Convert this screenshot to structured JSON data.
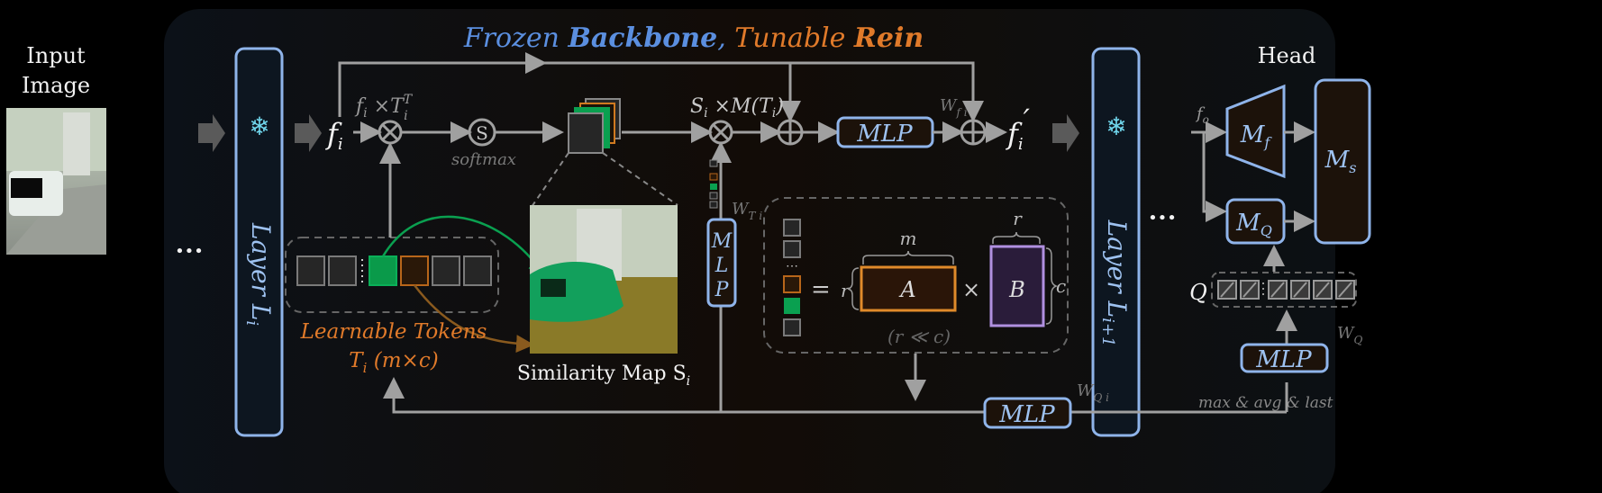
{
  "title": {
    "frozen": "Frozen ",
    "backbone": "Backbone",
    "comma": ", ",
    "tunable": "Tunable ",
    "rein": "Rein"
  },
  "input": {
    "line1": "Input",
    "line2": "Image"
  },
  "layer_i": {
    "label": "Layer L",
    "sub": "i"
  },
  "layer_i1": {
    "label": "Layer L",
    "sub": "i+1"
  },
  "ellipsis": "•••",
  "f_i": {
    "base": "f",
    "sub": "i"
  },
  "f_i_prime": {
    "base": "f",
    "sub": "i",
    "prime": "′"
  },
  "product1": {
    "text": "f",
    "sub": "i",
    "mid": " ×T",
    "sup": "T",
    "sub2": "i"
  },
  "softmax": {
    "symbol": "S",
    "label": "softmax"
  },
  "product2": {
    "text": "S",
    "sub": "i",
    "mid": " ×M(T",
    "sub2": "i",
    "end": ")"
  },
  "mlp_label": "MLP",
  "w_fi": {
    "base": "W",
    "sub": "f i"
  },
  "w_ti": {
    "base": "W",
    "sub": "T i"
  },
  "w_qi": {
    "base": "W",
    "sub": "Q i"
  },
  "w_q": {
    "base": "W",
    "sub": "Q"
  },
  "mlp_vertical": [
    "M",
    "L",
    "P"
  ],
  "tokens": {
    "title": "Learnable Tokens",
    "formula": "T",
    "sub": "i",
    "dims": " (m×c)"
  },
  "similarity": {
    "label": "Similarity Map S",
    "sub": "i"
  },
  "lowrank": {
    "eq": "=",
    "r_left": "r",
    "m": "m",
    "A": "A",
    "times": "×",
    "B": "B",
    "r_top": "r",
    "c": "c",
    "note": "(r ≪ c)",
    "dots": "⋯"
  },
  "head": {
    "title": "Head",
    "f_o": "f",
    "f_o_sub": "o",
    "M_f": "M",
    "M_f_sub": "f",
    "M_Q": "M",
    "M_Q_sub": "Q",
    "M_s": "M",
    "M_s_sub": "s",
    "Q": "Q",
    "pool_label": "max & avg & last"
  },
  "icons": [
    "snowflake-icon",
    "otimes-icon",
    "oplus-icon",
    "softmax-icon",
    "arrow-icon"
  ],
  "colors": {
    "frozen": "#5b8fe0",
    "tunable": "#e07a2a",
    "token_green": "#0aa050",
    "token_brown": "#8a5a1e",
    "A_border": "#e08a2a",
    "B_border": "#b090e0",
    "box_border": "#8fb4ea"
  }
}
